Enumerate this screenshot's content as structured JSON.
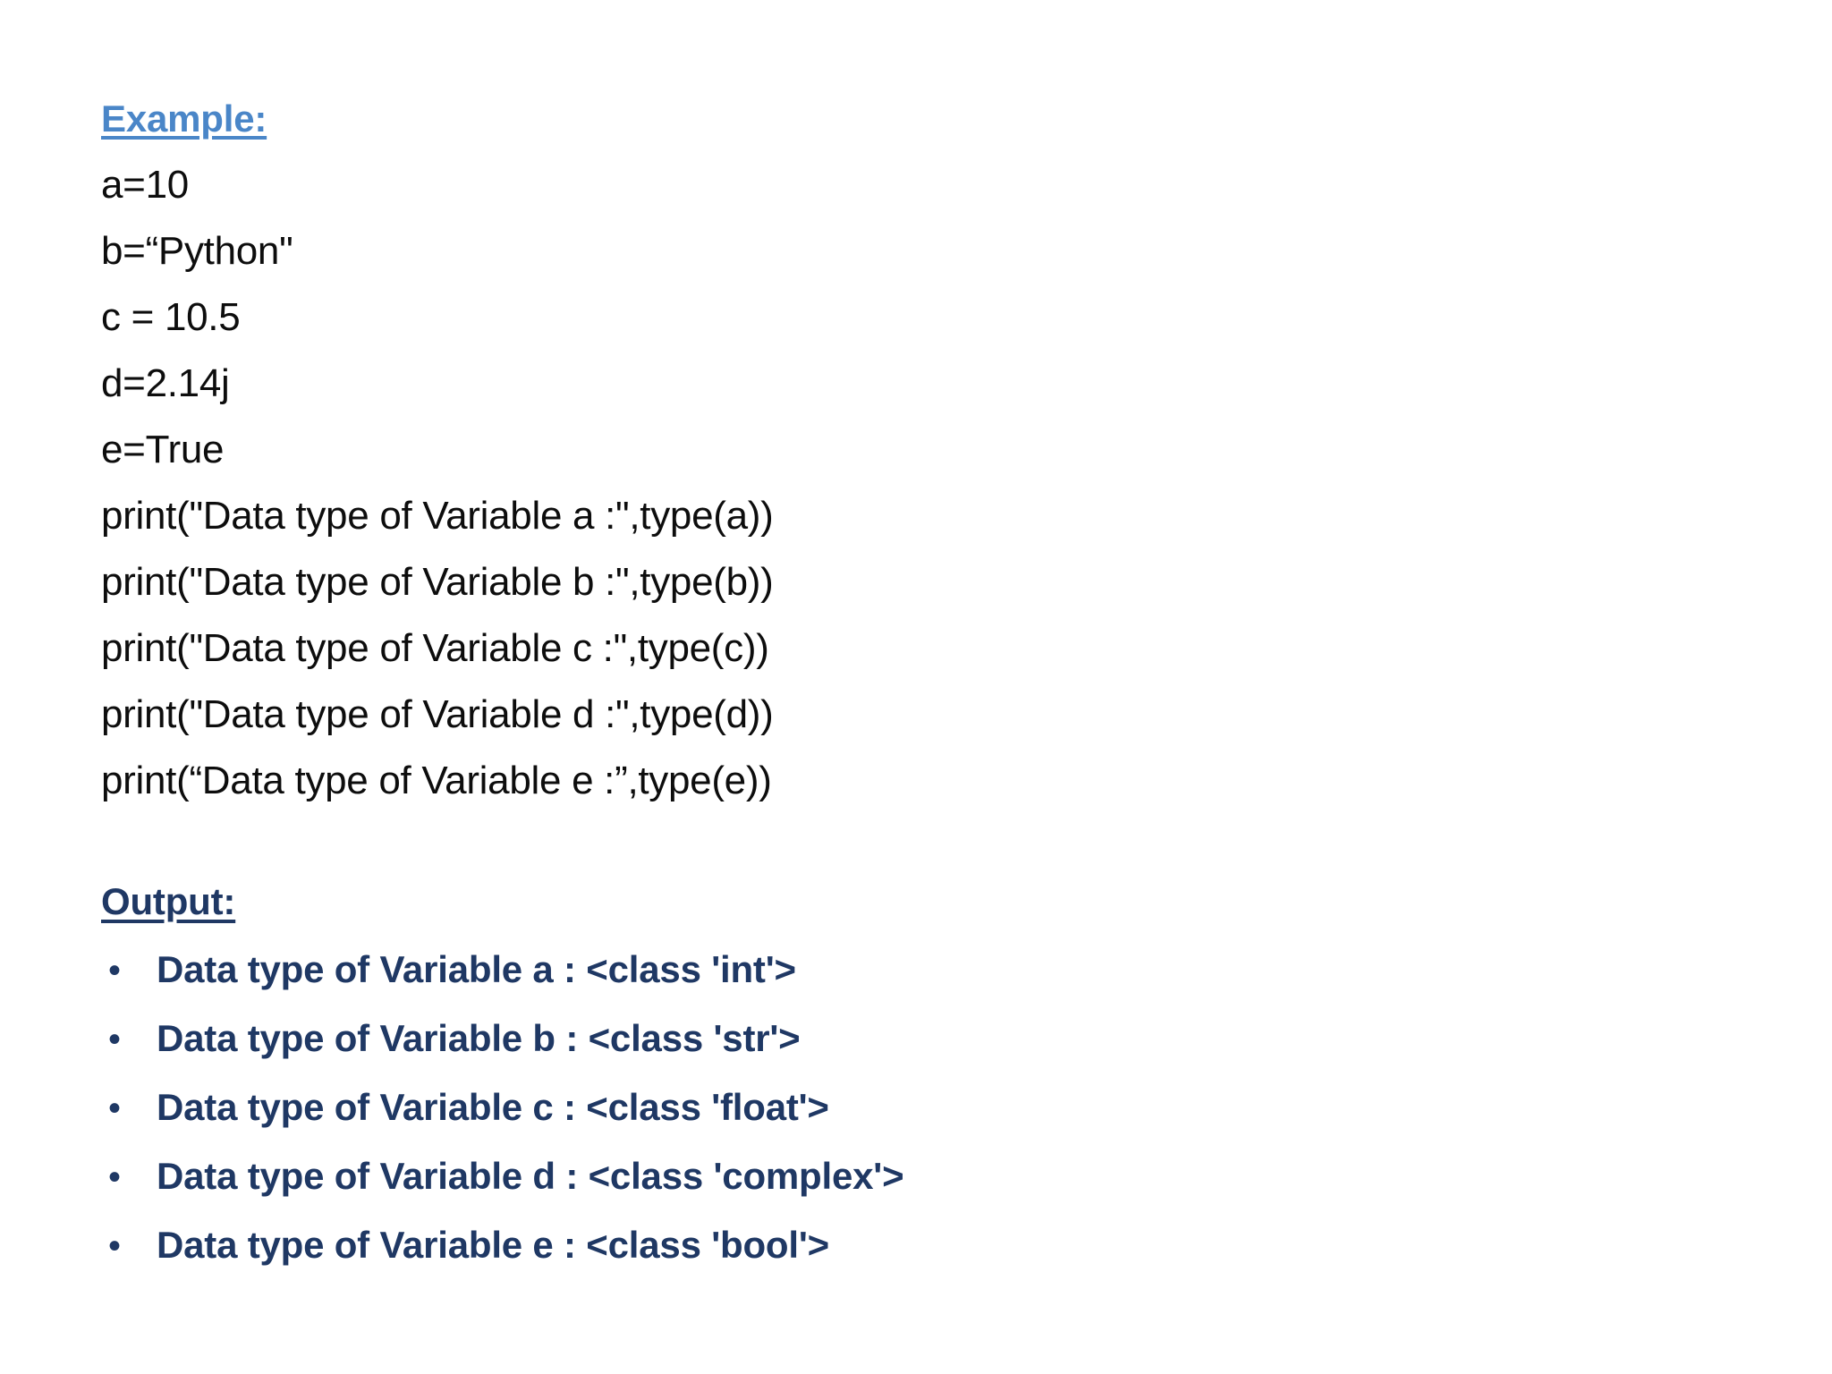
{
  "slide": {
    "background_color": "#ffffff"
  },
  "example": {
    "heading": "Example:",
    "heading_color": "#4A86C8",
    "code_color": "#0d0d0d",
    "lines": [
      "a=10",
      "b=“Python\"",
      "c = 10.5",
      "d=2.14j",
      "e=True",
      "print(\"Data type of Variable a :\",type(a))",
      "print(\"Data type of Variable b :\",type(b))",
      "print(\"Data type of Variable c :\",type(c))",
      "print(\"Data type of Variable d :\",type(d))",
      "print(“Data type of Variable e :”,type(e))"
    ]
  },
  "output": {
    "heading": "Output:",
    "heading_color": "#1F3864",
    "text_color": "#1F3864",
    "bullet_glyph": "•",
    "items": [
      "Data type of Variable a : <class 'int'>",
      "Data type of Variable b : <class 'str'>",
      "Data type of Variable c : <class 'float'>",
      "Data type of Variable d : <class 'complex'>",
      "Data type of Variable e : <class 'bool'>"
    ]
  }
}
